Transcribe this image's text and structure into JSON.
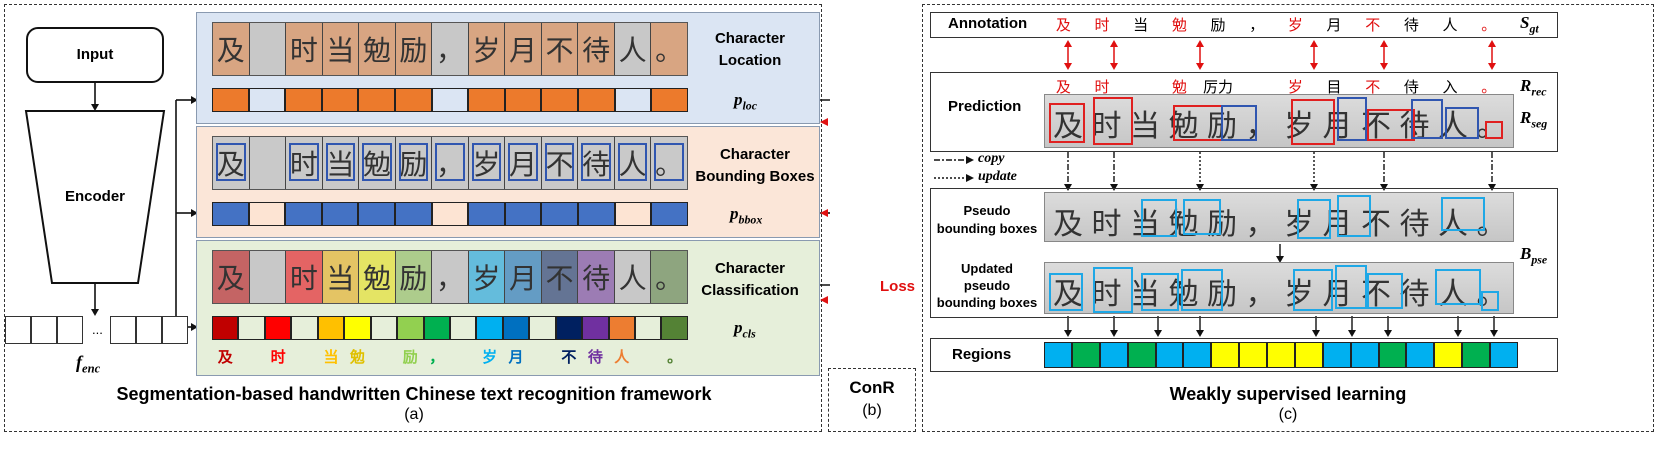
{
  "panel_a": {
    "input_label": "Input",
    "encoder_label": "Encoder",
    "fenc_symbol": "f",
    "fenc_sub": "enc",
    "ellipsis": "...",
    "caption": "Segmentation-based handwritten Chinese text recognition framework",
    "tag": "(a)",
    "location": {
      "title_line1": "Character",
      "title_line2": "Location",
      "symbol": "p",
      "sub": "loc"
    },
    "bbox": {
      "title_line1": "Character",
      "title_line2": "Bounding Boxes",
      "symbol": "p",
      "sub": "bbox"
    },
    "cls": {
      "title_line1": "Character",
      "title_line2": "Classification",
      "symbol": "p",
      "sub": "cls"
    },
    "line_chars": [
      "及",
      "",
      "时",
      "当",
      "勉",
      "励",
      "，",
      "岁",
      "月",
      "不",
      "待",
      "人",
      "。"
    ],
    "cls_chars": [
      "及",
      "",
      "时",
      "",
      "当",
      "勉",
      "",
      "励",
      "，",
      "",
      "岁",
      "月",
      "",
      "不",
      "待",
      "人",
      "",
      "。"
    ]
  },
  "panel_b": {
    "label": "ConR",
    "tag": "(b)",
    "loss_label": "Loss"
  },
  "panel_c": {
    "annotation_label": "Annotation",
    "annotation_chars": [
      "及",
      "时",
      "当",
      "勉",
      "励",
      "，",
      "岁",
      "月",
      "不",
      "待",
      "人",
      "。"
    ],
    "sgt_symbol": "S",
    "sgt_sub": "gt",
    "prediction_label": "Prediction",
    "prediction_chars": [
      "及",
      "时",
      "勉",
      "厉力",
      "岁",
      "目",
      "不",
      "侍",
      "入",
      "。"
    ],
    "rrec_symbol": "R",
    "rrec_sub": "rec",
    "rseg_symbol": "R",
    "rseg_sub": "seg",
    "legend_copy": "copy",
    "legend_update": "update",
    "pseudo_label_line1": "Pseudo",
    "pseudo_label_line2": "bounding boxes",
    "updated_label_line1": "Updated",
    "updated_label_line2": "pseudo",
    "updated_label_line3": "bounding boxes",
    "bpse_symbol": "B",
    "bpse_sub": "pse",
    "regions_label": "Regions",
    "caption": "Weakly supervised learning",
    "tag": "(c)"
  },
  "colors": {
    "loc_panel": "#dbe5f3",
    "bbox_panel": "#fbe6d8",
    "cls_panel": "#e6efda",
    "loc_orange": "#ec7a2c",
    "loc_empty": "#dbe5f3",
    "bbox_blue": "#4472c4",
    "bbox_empty": "#fde4d3",
    "red": "#e01010",
    "region_blue": "#00b0f0",
    "region_green": "#00b050",
    "region_yellow": "#ffff00",
    "pseudo_blue": "#1fa8e6",
    "pred_red": "#e02020",
    "pred_blue": "#3056b0"
  },
  "chart_data": {
    "loc_cells": [
      1,
      0,
      1,
      1,
      1,
      1,
      0,
      1,
      1,
      1,
      1,
      0,
      1
    ],
    "bbox_cells": [
      1,
      0,
      1,
      1,
      1,
      1,
      0,
      1,
      1,
      1,
      1,
      0,
      1
    ],
    "cls_colors": [
      "#c00000",
      "#ffffff",
      "#ff0000",
      "#ffffff",
      "#ffc000",
      "#ffff00",
      "#ffffff",
      "#92d050",
      "#00b050",
      "#ffffff",
      "#00b0f0",
      "#0070c0",
      "#ffffff",
      "#002060",
      "#7030a0",
      "#ed7d31",
      "#ffffff",
      "#548235"
    ],
    "cls_text_colors": [
      "#c00000",
      "#000",
      "#ff0000",
      "#000",
      "#ffc000",
      "#e0c000",
      "#000",
      "#92d050",
      "#00b050",
      "#000",
      "#00b0f0",
      "#0070c0",
      "#000",
      "#002060",
      "#7030a0",
      "#ed7d31",
      "#000",
      "#548235"
    ],
    "annotation_colors": [
      "#e01010",
      "#e01010",
      "#000",
      "#e01010",
      "#000",
      "#000",
      "#e01010",
      "#000",
      "#e01010",
      "#000",
      "#000",
      "#e01010"
    ],
    "prediction_colors": [
      "#e01010",
      "#e01010",
      "#e01010",
      "#000",
      "#e01010",
      "#000",
      "#e01010",
      "#000",
      "#000",
      "#e01010"
    ],
    "region_colors": [
      "#00b0f0",
      "#00b050",
      "#00b0f0",
      "#00b050",
      "#00b0f0",
      "#00b0f0",
      "#ffff00",
      "#ffff00",
      "#ffff00",
      "#ffff00",
      "#00b0f0",
      "#00b0f0",
      "#00b050",
      "#00b0f0",
      "#ffff00",
      "#00b050",
      "#00b0f0"
    ]
  }
}
